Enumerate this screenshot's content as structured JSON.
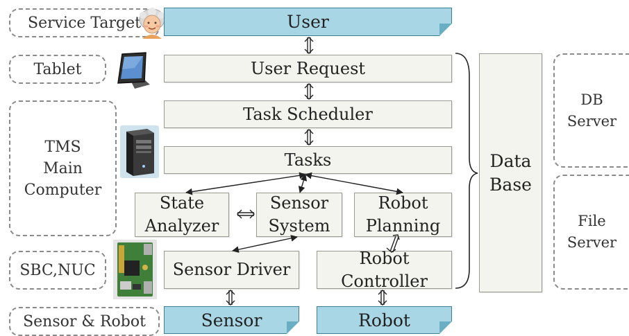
{
  "left_labels": {
    "service_target": "Service Target",
    "tablet": "Tablet",
    "tms": "TMS\nMain\nComputer",
    "sbc": "SBC,NUC",
    "sensor_robot": "Sensor & Robot"
  },
  "boxes": {
    "user": "User",
    "user_request": "User Request",
    "task_scheduler": "Task Scheduler",
    "tasks": "Tasks",
    "state_analyzer": "State\nAnalyzer",
    "sensor_system": "Sensor\nSystem",
    "robot_planning": "Robot\nPlanning",
    "sensor_driver": "Sensor Driver",
    "robot_controller": "Robot\nController",
    "sensor": "Sensor",
    "robot": "Robot",
    "database": "Data\nBase"
  },
  "servers": {
    "db_server": "DB\nServer",
    "file_server": "File\nServer"
  },
  "icons": [
    "elderly-user-icon",
    "tablet-icon",
    "computer-tower-icon",
    "circuit-board-icon"
  ],
  "colors": {
    "io_box_fill": "#a9d6e5",
    "process_box_fill": "#f4f4ee",
    "dashed_border": "#8a8a8a"
  }
}
